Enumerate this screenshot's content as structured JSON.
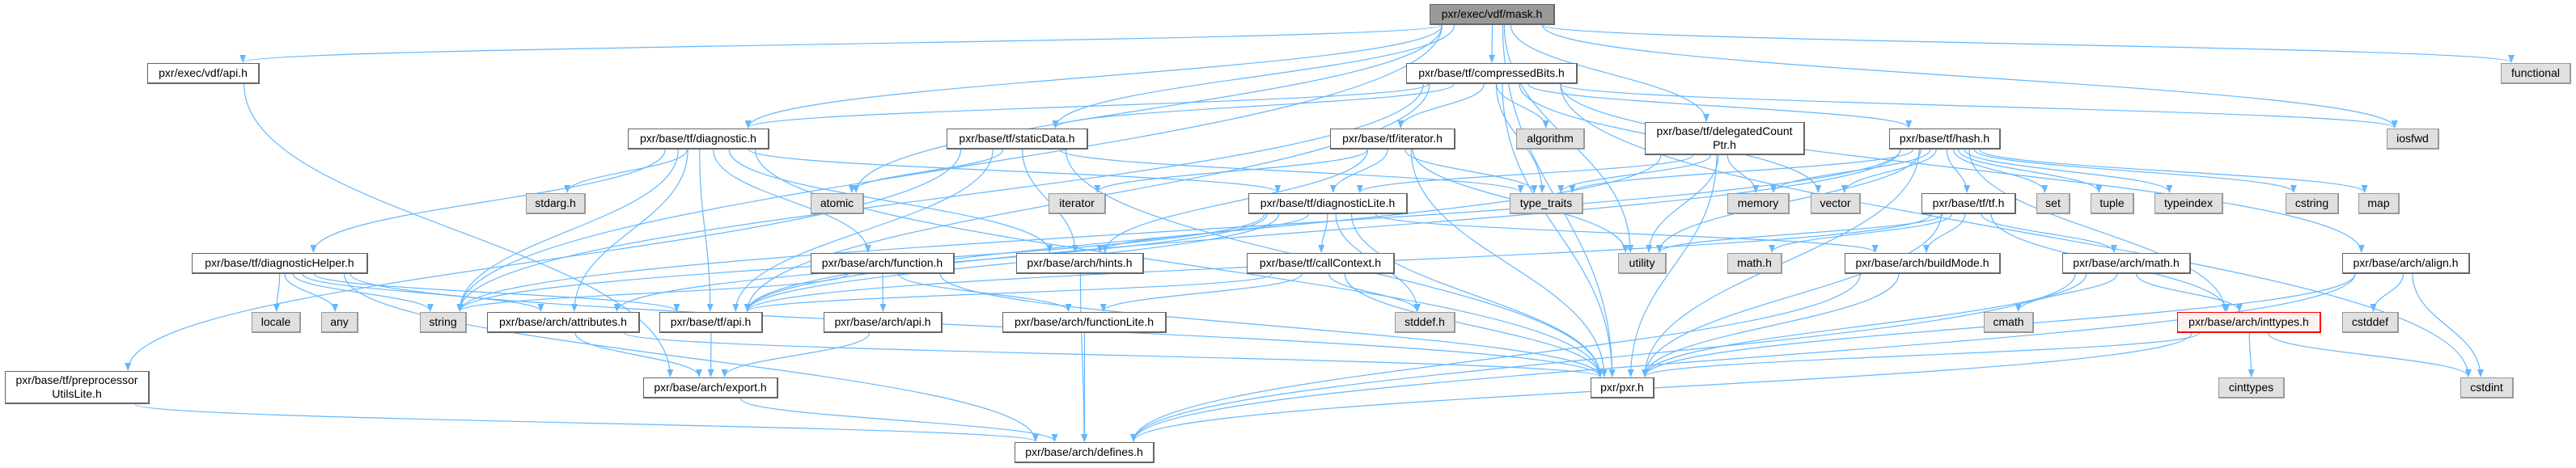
{
  "colors": {
    "edge": "#63b8ff",
    "root_fill": "#999999",
    "system_fill": "#e0e0e0",
    "truncated_border": "#ff0000"
  },
  "nodes": [
    {
      "id": "mask",
      "label": "pxr/exec/vdf/mask.h",
      "kind": "root"
    },
    {
      "id": "vdfapi",
      "label": "pxr/exec/vdf/api.h",
      "kind": "file"
    },
    {
      "id": "compressedBits",
      "label": "pxr/base/tf/compressedBits.h",
      "kind": "file"
    },
    {
      "id": "functional",
      "label": "functional",
      "kind": "sys"
    },
    {
      "id": "diagnostic",
      "label": "pxr/base/tf/diagnostic.h",
      "kind": "file"
    },
    {
      "id": "staticData",
      "label": "pxr/base/tf/staticData.h",
      "kind": "file"
    },
    {
      "id": "iteratorh",
      "label": "pxr/base/tf/iterator.h",
      "kind": "file"
    },
    {
      "id": "algorithm",
      "label": "algorithm",
      "kind": "sys"
    },
    {
      "id": "delegated",
      "label": "pxr/base/tf/delegatedCount",
      "label2": "Ptr.h",
      "kind": "file"
    },
    {
      "id": "hash",
      "label": "pxr/base/tf/hash.h",
      "kind": "file"
    },
    {
      "id": "iosfwd",
      "label": "iosfwd",
      "kind": "sys"
    },
    {
      "id": "stdarg",
      "label": "stdarg.h",
      "kind": "sys"
    },
    {
      "id": "atomic",
      "label": "atomic",
      "kind": "sys"
    },
    {
      "id": "iterator",
      "label": "iterator",
      "kind": "sys"
    },
    {
      "id": "diagLite",
      "label": "pxr/base/tf/diagnosticLite.h",
      "kind": "file"
    },
    {
      "id": "type_traits",
      "label": "type_traits",
      "kind": "sys"
    },
    {
      "id": "memory",
      "label": "memory",
      "kind": "sys"
    },
    {
      "id": "vector",
      "label": "vector",
      "kind": "sys"
    },
    {
      "id": "tf",
      "label": "pxr/base/tf/tf.h",
      "kind": "file"
    },
    {
      "id": "set",
      "label": "set",
      "kind": "sys"
    },
    {
      "id": "tuple",
      "label": "tuple",
      "kind": "sys"
    },
    {
      "id": "typeindex",
      "label": "typeindex",
      "kind": "sys"
    },
    {
      "id": "cstring",
      "label": "cstring",
      "kind": "sys"
    },
    {
      "id": "map",
      "label": "map",
      "kind": "sys"
    },
    {
      "id": "diagHelper",
      "label": "pxr/base/tf/diagnosticHelper.h",
      "kind": "file"
    },
    {
      "id": "function",
      "label": "pxr/base/arch/function.h",
      "kind": "file"
    },
    {
      "id": "hints",
      "label": "pxr/base/arch/hints.h",
      "kind": "file"
    },
    {
      "id": "callContext",
      "label": "pxr/base/tf/callContext.h",
      "kind": "file"
    },
    {
      "id": "utility",
      "label": "utility",
      "kind": "sys"
    },
    {
      "id": "mathh",
      "label": "math.h",
      "kind": "sys"
    },
    {
      "id": "buildMode",
      "label": "pxr/base/arch/buildMode.h",
      "kind": "file"
    },
    {
      "id": "archmath",
      "label": "pxr/base/arch/math.h",
      "kind": "file"
    },
    {
      "id": "align",
      "label": "pxr/base/arch/align.h",
      "kind": "file"
    },
    {
      "id": "locale",
      "label": "locale",
      "kind": "sys"
    },
    {
      "id": "any",
      "label": "any",
      "kind": "sys"
    },
    {
      "id": "string",
      "label": "string",
      "kind": "sys"
    },
    {
      "id": "attributes",
      "label": "pxr/base/arch/attributes.h",
      "kind": "file"
    },
    {
      "id": "tfapi",
      "label": "pxr/base/tf/api.h",
      "kind": "file"
    },
    {
      "id": "archapi",
      "label": "pxr/base/arch/api.h",
      "kind": "file"
    },
    {
      "id": "functionLite",
      "label": "pxr/base/arch/functionLite.h",
      "kind": "file"
    },
    {
      "id": "stddef",
      "label": "stddef.h",
      "kind": "sys"
    },
    {
      "id": "cmath",
      "label": "cmath",
      "kind": "sys"
    },
    {
      "id": "inttypes",
      "label": "pxr/base/arch/inttypes.h",
      "kind": "warn"
    },
    {
      "id": "cstddef",
      "label": "cstddef",
      "kind": "sys"
    },
    {
      "id": "preproc",
      "label": "pxr/base/tf/preprocessor",
      "label2": "UtilsLite.h",
      "kind": "file"
    },
    {
      "id": "export",
      "label": "pxr/base/arch/export.h",
      "kind": "file"
    },
    {
      "id": "pxr",
      "label": "pxr/pxr.h",
      "kind": "file"
    },
    {
      "id": "cinttypes",
      "label": "cinttypes",
      "kind": "sys"
    },
    {
      "id": "cstdint",
      "label": "cstdint",
      "kind": "sys"
    },
    {
      "id": "defines",
      "label": "pxr/base/arch/defines.h",
      "kind": "file"
    }
  ],
  "edges": [
    [
      "mask",
      "vdfapi"
    ],
    [
      "mask",
      "compressedBits"
    ],
    [
      "mask",
      "diagnostic"
    ],
    [
      "mask",
      "staticData"
    ],
    [
      "mask",
      "delegated"
    ],
    [
      "mask",
      "atomic"
    ],
    [
      "mask",
      "string"
    ],
    [
      "mask",
      "utility"
    ],
    [
      "mask",
      "iosfwd"
    ],
    [
      "mask",
      "functional"
    ],
    [
      "mask",
      "pxr"
    ],
    [
      "vdfapi",
      "export"
    ],
    [
      "compressedBits",
      "diagnostic"
    ],
    [
      "compressedBits",
      "staticData"
    ],
    [
      "compressedBits",
      "iteratorh"
    ],
    [
      "compressedBits",
      "algorithm"
    ],
    [
      "compressedBits",
      "hash"
    ],
    [
      "compressedBits",
      "type_traits"
    ],
    [
      "compressedBits",
      "vector"
    ],
    [
      "compressedBits",
      "string"
    ],
    [
      "compressedBits",
      "tfapi"
    ],
    [
      "compressedBits",
      "align"
    ],
    [
      "compressedBits",
      "cstdint"
    ],
    [
      "compressedBits",
      "iosfwd"
    ],
    [
      "compressedBits",
      "pxr"
    ],
    [
      "diagnostic",
      "diagHelper"
    ],
    [
      "diagnostic",
      "stdarg"
    ],
    [
      "diagnostic",
      "string"
    ],
    [
      "diagnostic",
      "diagLite"
    ],
    [
      "diagnostic",
      "function"
    ],
    [
      "diagnostic",
      "hints"
    ],
    [
      "diagnostic",
      "attributes"
    ],
    [
      "diagnostic",
      "tfapi"
    ],
    [
      "diagnostic",
      "pxr"
    ],
    [
      "diagHelper",
      "locale"
    ],
    [
      "diagHelper",
      "any"
    ],
    [
      "diagHelper",
      "string"
    ],
    [
      "diagHelper",
      "attributes"
    ],
    [
      "diagHelper",
      "tfapi"
    ],
    [
      "diagHelper",
      "pxr"
    ],
    [
      "diagHelper",
      "defines"
    ],
    [
      "staticData",
      "atomic"
    ],
    [
      "staticData",
      "type_traits"
    ],
    [
      "staticData",
      "hints"
    ],
    [
      "staticData",
      "preproc"
    ],
    [
      "staticData",
      "tfapi"
    ],
    [
      "staticData",
      "pxr"
    ],
    [
      "iteratorh",
      "iterator"
    ],
    [
      "iteratorh",
      "diagLite"
    ],
    [
      "iteratorh",
      "type_traits"
    ],
    [
      "iteratorh",
      "utility"
    ],
    [
      "iteratorh",
      "hints"
    ],
    [
      "iteratorh",
      "pxr"
    ],
    [
      "delegated",
      "diagLite"
    ],
    [
      "delegated",
      "memory"
    ],
    [
      "delegated",
      "type_traits"
    ],
    [
      "delegated",
      "utility"
    ],
    [
      "delegated",
      "pxr"
    ],
    [
      "delegated",
      "tfapi"
    ],
    [
      "diagLite",
      "callContext"
    ],
    [
      "diagLite",
      "hints"
    ],
    [
      "diagLite",
      "stddef"
    ],
    [
      "diagLite",
      "attributes"
    ],
    [
      "diagLite",
      "tfapi"
    ],
    [
      "diagLite",
      "pxr"
    ],
    [
      "diagLite",
      "string"
    ],
    [
      "diagLite",
      "buildMode"
    ],
    [
      "hash",
      "memory"
    ],
    [
      "hash",
      "vector"
    ],
    [
      "hash",
      "tf"
    ],
    [
      "hash",
      "set"
    ],
    [
      "hash",
      "tuple"
    ],
    [
      "hash",
      "typeindex"
    ],
    [
      "hash",
      "cstring"
    ],
    [
      "hash",
      "map"
    ],
    [
      "hash",
      "type_traits"
    ],
    [
      "hash",
      "utility"
    ],
    [
      "hash",
      "tfapi"
    ],
    [
      "hash",
      "pxr"
    ],
    [
      "hash",
      "inttypes"
    ],
    [
      "hash",
      "string"
    ],
    [
      "tf",
      "buildMode"
    ],
    [
      "tf",
      "mathh"
    ],
    [
      "tf",
      "archmath"
    ],
    [
      "tf",
      "inttypes"
    ],
    [
      "tf",
      "utility"
    ],
    [
      "tf",
      "pxr"
    ],
    [
      "tf",
      "tfapi"
    ],
    [
      "function",
      "string"
    ],
    [
      "function",
      "archapi"
    ],
    [
      "function",
      "functionLite"
    ],
    [
      "function",
      "pxr"
    ],
    [
      "callContext",
      "functionLite"
    ],
    [
      "callContext",
      "stddef"
    ],
    [
      "callContext",
      "pxr"
    ],
    [
      "callContext",
      "tfapi"
    ],
    [
      "tfapi",
      "export"
    ],
    [
      "archapi",
      "export"
    ],
    [
      "attributes",
      "export"
    ],
    [
      "attributes",
      "pxr"
    ],
    [
      "export",
      "defines"
    ],
    [
      "functionLite",
      "defines"
    ],
    [
      "hints",
      "defines"
    ],
    [
      "preproc",
      "defines"
    ],
    [
      "buildMode",
      "defines"
    ],
    [
      "buildMode",
      "pxr"
    ],
    [
      "archmath",
      "cmath"
    ],
    [
      "archmath",
      "inttypes"
    ],
    [
      "archmath",
      "defines"
    ],
    [
      "archmath",
      "pxr"
    ],
    [
      "align",
      "cstddef"
    ],
    [
      "align",
      "cstdint"
    ],
    [
      "align",
      "defines"
    ],
    [
      "align",
      "pxr"
    ],
    [
      "inttypes",
      "cinttypes"
    ],
    [
      "inttypes",
      "cstdint"
    ],
    [
      "inttypes",
      "defines"
    ],
    [
      "inttypes",
      "pxr"
    ]
  ]
}
